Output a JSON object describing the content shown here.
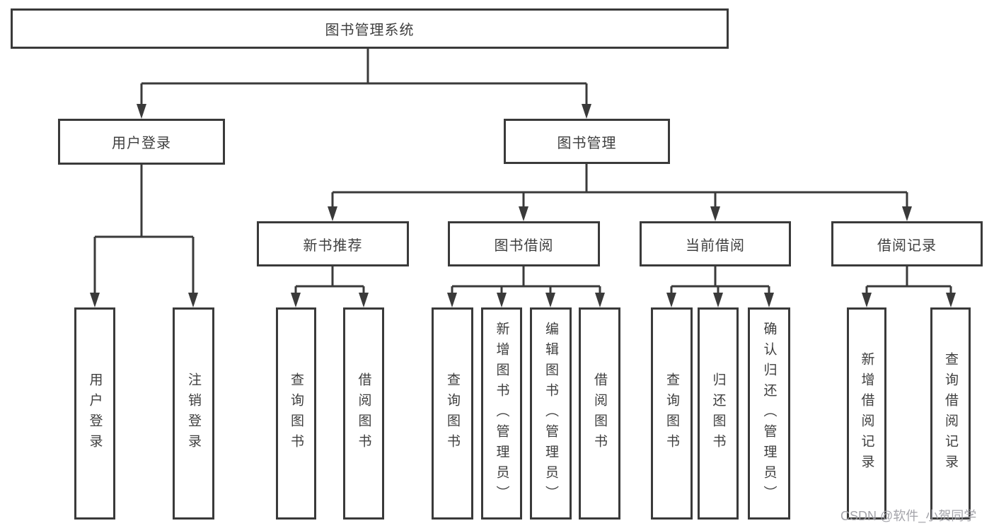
{
  "colors": {
    "background": "#ffffff",
    "line": "#3a3a3a",
    "box_border": "#3a3a3a",
    "text": "#3f3f3f",
    "watermark": "#9e9ea4"
  },
  "watermark": {
    "text": "CSDN @软件_小贺同学"
  },
  "tree": {
    "root": {
      "label": "图书管理系统",
      "children": [
        {
          "label": "用户登录",
          "children": [
            {
              "label": "用户登录"
            },
            {
              "label": "注销登录"
            }
          ]
        },
        {
          "label": "图书管理",
          "children": [
            {
              "label": "新书推荐",
              "children": [
                {
                  "label": "查询图书"
                },
                {
                  "label": "借阅图书"
                }
              ]
            },
            {
              "label": "图书借阅",
              "children": [
                {
                  "label": "查询图书"
                },
                {
                  "label": "新增图书（管理员）"
                },
                {
                  "label": "编辑图书（管理员）"
                },
                {
                  "label": "借阅图书"
                }
              ]
            },
            {
              "label": "当前借阅",
              "children": [
                {
                  "label": "查询图书"
                },
                {
                  "label": "归还图书"
                },
                {
                  "label": "确认归还（管理员）"
                }
              ]
            },
            {
              "label": "借阅记录",
              "children": [
                {
                  "label": "新增借阅记录"
                },
                {
                  "label": "查询借阅记录"
                }
              ]
            }
          ]
        }
      ]
    }
  }
}
